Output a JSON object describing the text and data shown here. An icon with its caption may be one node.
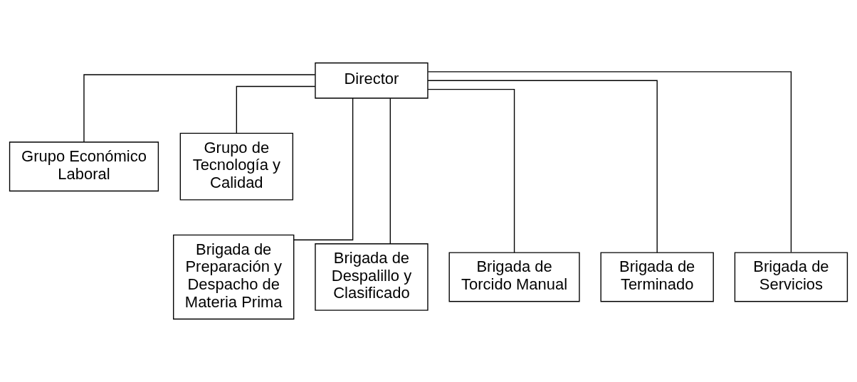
{
  "diagram": {
    "nodes": [
      {
        "text": [
          "Director"
        ]
      },
      {
        "text": [
          "Grupo Económico Laboral"
        ]
      },
      {
        "text": [
          "Grupo de Tecnología y Calidad"
        ]
      },
      {
        "text": [
          "Brigada de Preparación y Despacho de Materia Prima"
        ]
      },
      {
        "text": [
          "Brigada de Despalillo y Clasificado"
        ]
      },
      {
        "text": [
          "Brigada de Torcido Manual"
        ]
      },
      {
        "text": [
          "Brigada de Terminado"
        ]
      },
      {
        "text": [
          "Brigada de Servicios"
        ]
      }
    ],
    "edges": [
      {
        "from": 0,
        "to": 1,
        "arrow": "none"
      },
      {
        "from": 0,
        "to": 2,
        "arrow": "none"
      },
      {
        "from": 0,
        "to": 3,
        "arrow": "none"
      },
      {
        "from": 0,
        "to": 4,
        "arrow": "none"
      },
      {
        "from": 0,
        "to": 5,
        "arrow": "none"
      },
      {
        "from": 0,
        "to": 6,
        "arrow": "none"
      },
      {
        "from": 0,
        "to": 7,
        "arrow": "none"
      }
    ]
  }
}
